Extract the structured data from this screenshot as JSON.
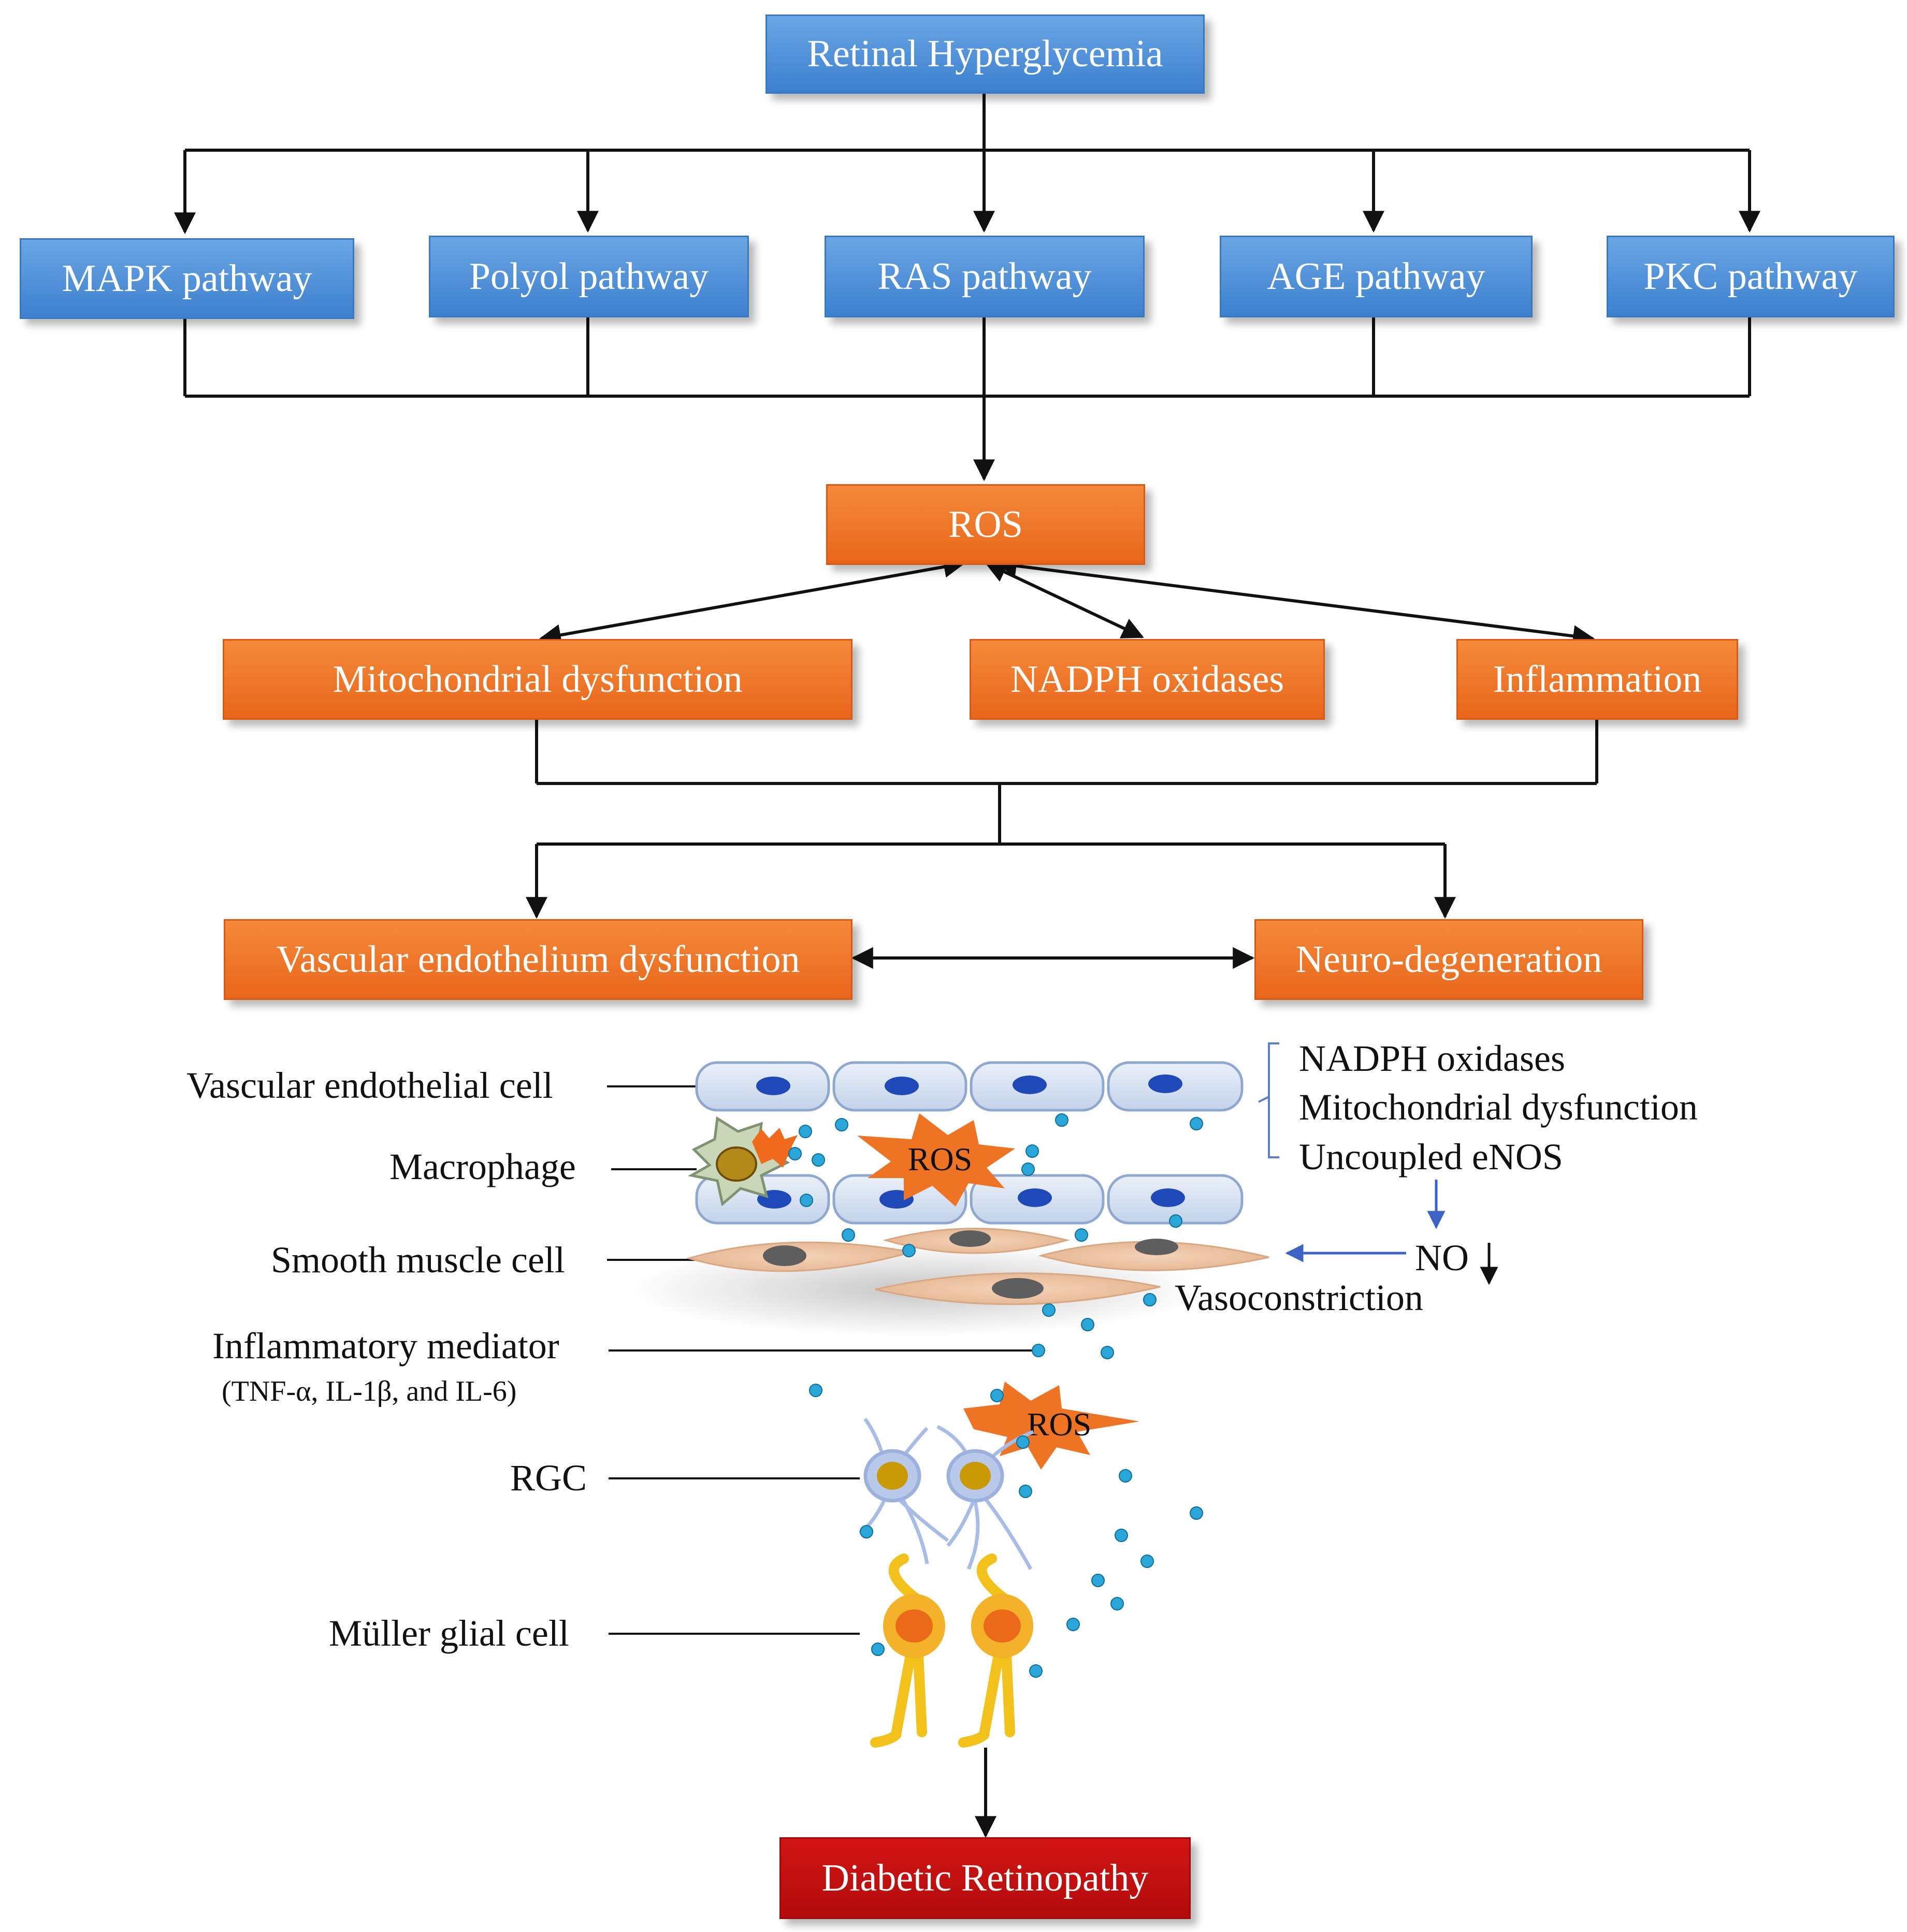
{
  "top": {
    "label": "Retinal Hyperglycemia"
  },
  "pathways": [
    {
      "label": "MAPK pathway"
    },
    {
      "label": "Polyol pathway"
    },
    {
      "label": "RAS pathway"
    },
    {
      "label": "AGE pathway"
    },
    {
      "label": "PKC pathway"
    }
  ],
  "ros": {
    "label": "ROS"
  },
  "effects": [
    {
      "label": "Mitochondrial dysfunction"
    },
    {
      "label": "NADPH oxidases"
    },
    {
      "label": "Inflammation"
    }
  ],
  "outcomes": [
    {
      "label": "Vascular endothelium dysfunction"
    },
    {
      "label": "Neuro-degeneration"
    }
  ],
  "illustration": {
    "labels": {
      "endothelial": "Vascular endothelial cell",
      "macrophage": "Macrophage",
      "smooth_muscle": "Smooth muscle cell",
      "mediator": "Inflammatory mediator",
      "mediator_sub": "(TNF-α, IL-1β, and IL-6)",
      "rgc": "RGC",
      "muller": "Müller glial cell"
    },
    "ros_burst_1": "ROS",
    "ros_burst_2": "ROS",
    "sources": [
      "NADPH oxidases",
      "Mitochondrial dysfunction",
      "Uncoupled eNOS"
    ],
    "no_label": "NO",
    "vasoconstriction": "Vasoconstriction"
  },
  "final": {
    "label": "Diabetic Retinopathy"
  },
  "colors": {
    "blue_box": "#4a8fd8",
    "orange_box": "#ee7626",
    "red_box": "#c40f0f",
    "arrow": "#111111",
    "dot": "#2aa7d8",
    "blue_arrow": "#3d63c4"
  }
}
